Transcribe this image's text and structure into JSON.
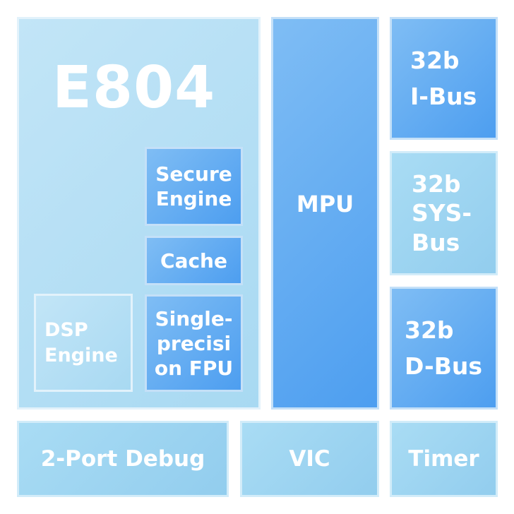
{
  "core": {
    "title": "E804",
    "secure_engine": [
      "Secure",
      "Engine"
    ],
    "cache": "Cache",
    "fpu": [
      "Single-",
      "precisi",
      "on FPU"
    ],
    "dsp": [
      "DSP",
      "Engine"
    ]
  },
  "mpu": "MPU",
  "buses": {
    "ibus": [
      "32b",
      "I-Bus"
    ],
    "sysbus": [
      "32b",
      "SYS-",
      "Bus"
    ],
    "dbus": [
      "32b",
      "D-Bus"
    ]
  },
  "bottom": {
    "debug": "2-Port Debug",
    "vic": "VIC",
    "timer": "Timer"
  },
  "colors": {
    "light_block": "#9fd5f1",
    "dark_block": "#5aa6f1"
  }
}
